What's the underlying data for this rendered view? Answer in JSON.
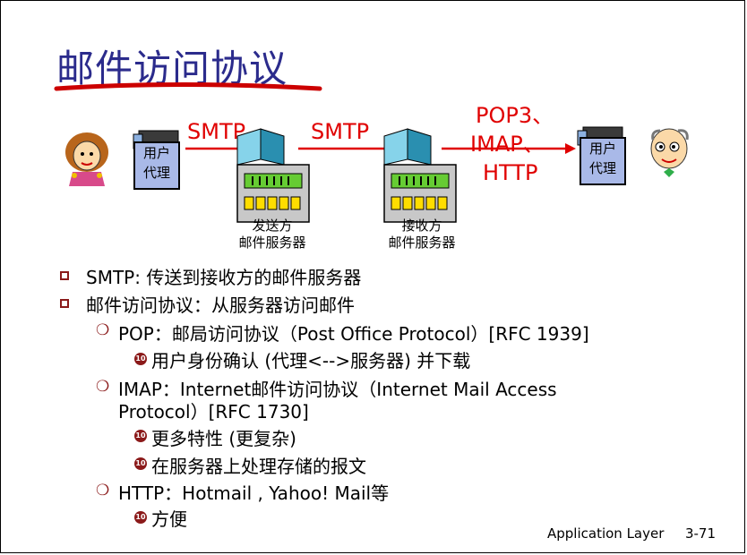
{
  "title": "邮件访问协议",
  "diagram": {
    "left_agent": [
      "用户",
      "代理"
    ],
    "right_agent": [
      "用户",
      "代理"
    ],
    "arrow1_label": "SMTP",
    "arrow2_label": "SMTP",
    "arrow3_labels": [
      "POP3、",
      "IMAP、",
      "HTTP"
    ],
    "sender_server": [
      "发送方",
      "邮件服务器"
    ],
    "receiver_server": [
      "接收方",
      "邮件服务器"
    ]
  },
  "bullets": {
    "b1": "SMTP: 传送到接收方的邮件服务器",
    "b2": "邮件访问协议：从服务器访问邮件",
    "pop": "POP：邮局访问协议（Post Office Protocol）[RFC 1939]",
    "pop_sub": "用户身份确认 (代理<-->服务器) 并下载",
    "imap_line1": "IMAP：Internet邮件访问协议（Internet Mail Access",
    "imap_line2": "Protocol）[RFC 1730]",
    "imap_sub1": "更多特性 (更复杂)",
    "imap_sub2": "在服务器上处理存储的报文",
    "http": "HTTP：Hotmail , Yahoo! Mail等",
    "http_sub": "方便"
  },
  "footer": {
    "section": "Application Layer",
    "page": "3-71"
  },
  "colors": {
    "title": "#2b2b8c",
    "underline": "#cc0000",
    "arrow": "#e00000",
    "bullet": "#8b1a1a",
    "agent_box": "#a9b9e8",
    "server_screen": "#66cc33",
    "server_keys": "#ffdd00"
  },
  "icons": [
    "woman-user-icon",
    "man-user-icon",
    "computer-icon",
    "mail-server-icon"
  ]
}
